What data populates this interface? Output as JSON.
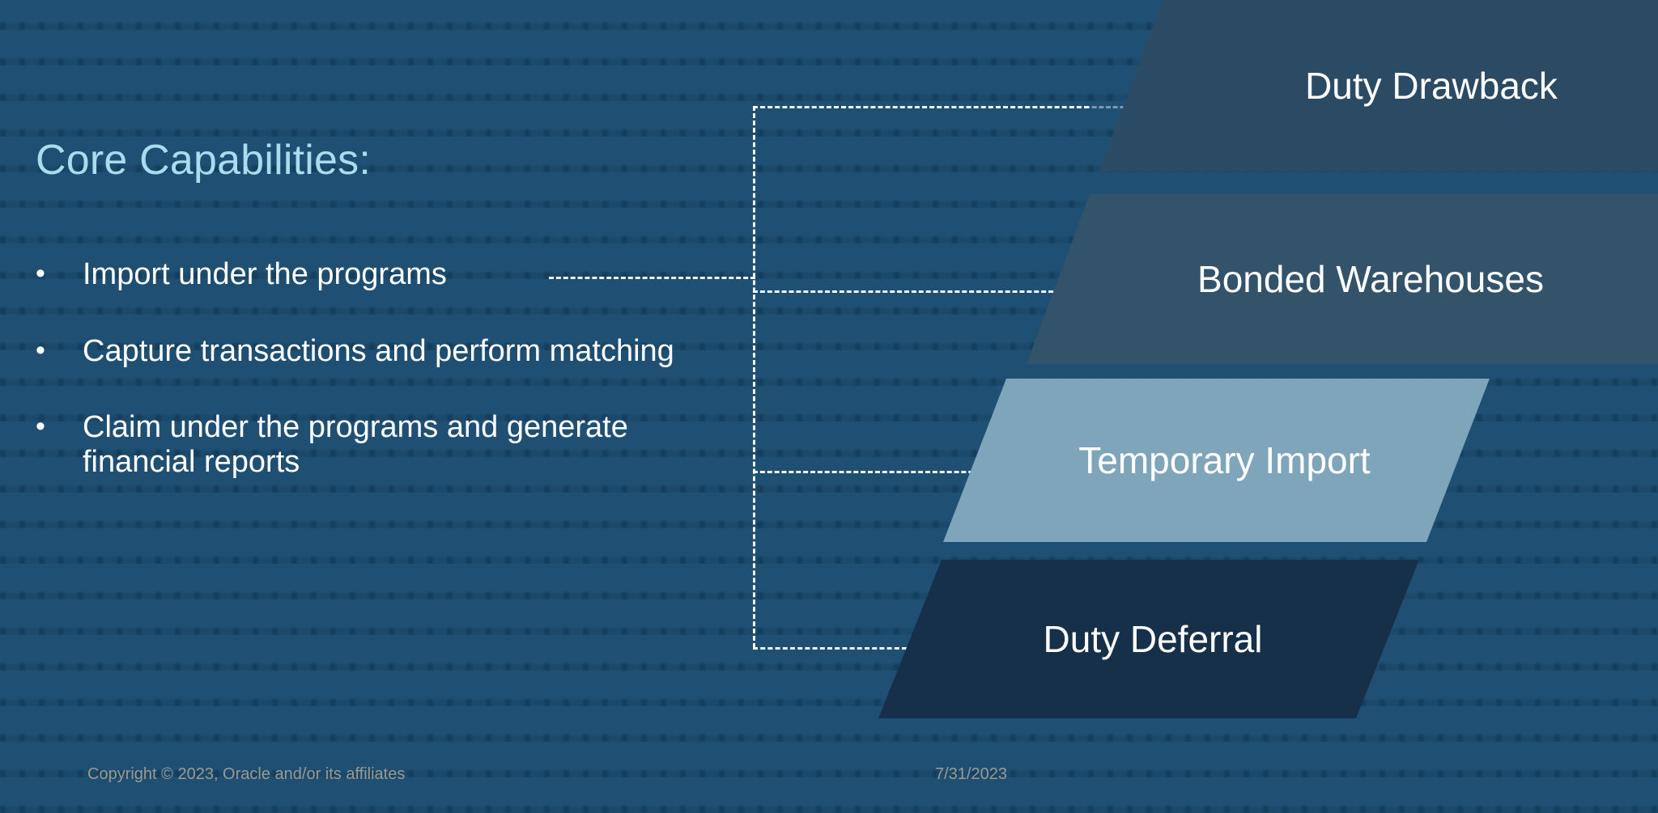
{
  "slide": {
    "background_color": "#1f5073",
    "title": "Core Capabilities:",
    "title_color": "#a9dcef",
    "bullet_marker": "•",
    "bullets": [
      {
        "text": "Import under the programs"
      },
      {
        "text": "Capture transactions and perform matching"
      },
      {
        "text": "Claim under the programs and generate financial reports"
      }
    ]
  },
  "diagram": {
    "bands": [
      {
        "label": "Duty Drawback",
        "fill": "#2b4a63"
      },
      {
        "label": "Bonded Warehouses",
        "fill": "#33536b"
      },
      {
        "label": "Temporary Import",
        "fill": "#7fa5bb"
      },
      {
        "label": "Duty Deferral",
        "fill": "#17304a"
      }
    ],
    "connector_color": "#ffffff",
    "connector_style": "dashed"
  },
  "footer": {
    "copyright": "Copyright © 2023, Oracle and/or its affiliates",
    "date": "7/31/2023",
    "color": "#9a9a93"
  }
}
